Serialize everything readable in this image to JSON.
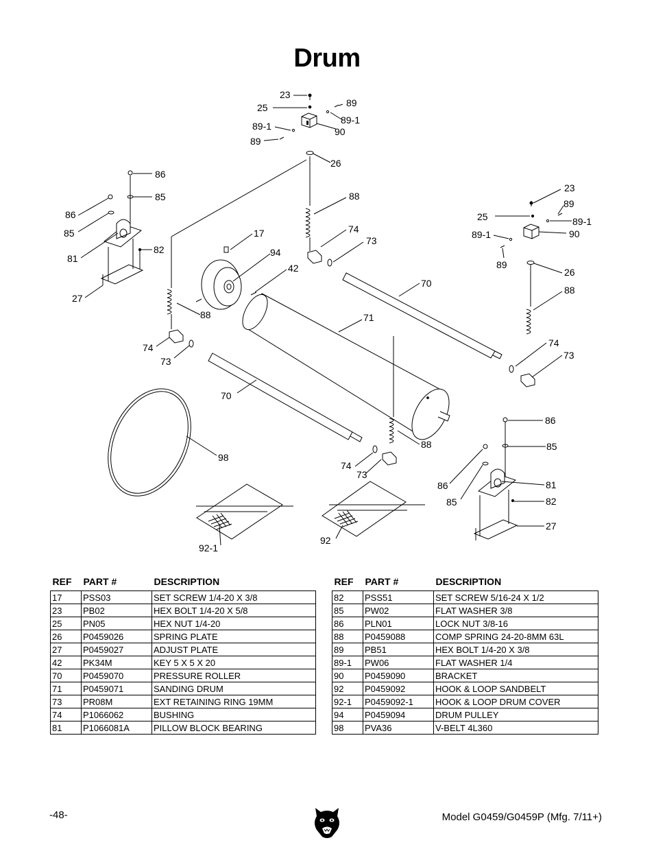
{
  "page": {
    "title": "Drum",
    "page_number": "-48-",
    "model": "Model G0459/G0459P (Mfg. 7/11+)"
  },
  "callouts": [
    "23",
    "25",
    "89",
    "89-1",
    "90",
    "89-1",
    "89",
    "26",
    "86",
    "85",
    "86",
    "85",
    "81",
    "82",
    "27",
    "88",
    "17",
    "94",
    "42",
    "74",
    "73",
    "88",
    "74",
    "73",
    "70",
    "71",
    "70",
    "23",
    "89",
    "25",
    "89-1",
    "90",
    "89-1",
    "89",
    "26",
    "88",
    "74",
    "73",
    "98",
    "88",
    "74",
    "73",
    "86",
    "85",
    "86",
    "85",
    "81",
    "82",
    "27",
    "92-1",
    "92"
  ],
  "table": {
    "headers": [
      "REF",
      "PART #",
      "DESCRIPTION"
    ],
    "left_rows": [
      [
        "17",
        "PSS03",
        "SET SCREW 1/4-20 X 3/8"
      ],
      [
        "23",
        "PB02",
        "HEX BOLT 1/4-20 X 5/8"
      ],
      [
        "25",
        "PN05",
        "HEX NUT 1/4-20"
      ],
      [
        "26",
        "P0459026",
        "SPRING PLATE"
      ],
      [
        "27",
        "P0459027",
        "ADJUST PLATE"
      ],
      [
        "42",
        "PK34M",
        "KEY 5 X 5 X 20"
      ],
      [
        "70",
        "P0459070",
        "PRESSURE ROLLER"
      ],
      [
        "71",
        "P0459071",
        "SANDING DRUM"
      ],
      [
        "73",
        "PR08M",
        "EXT RETAINING RING 19MM"
      ],
      [
        "74",
        "P1066062",
        "BUSHING"
      ],
      [
        "81",
        "P1066081A",
        "PILLOW BLOCK BEARING"
      ]
    ],
    "right_rows": [
      [
        "82",
        "PSS51",
        "SET SCREW 5/16-24 X 1/2"
      ],
      [
        "85",
        "PW02",
        "FLAT WASHER 3/8"
      ],
      [
        "86",
        "PLN01",
        "LOCK NUT 3/8-16"
      ],
      [
        "88",
        "P0459088",
        "COMP SPRING 24-20-8MM 63L"
      ],
      [
        "89",
        "PB51",
        "HEX BOLT 1/4-20 X 3/8"
      ],
      [
        "89-1",
        "PW06",
        "FLAT WASHER 1/4"
      ],
      [
        "90",
        "P0459090",
        "BRACKET"
      ],
      [
        "92",
        "P0459092",
        "HOOK & LOOP SANDBELT"
      ],
      [
        "92-1",
        "P0459092-1",
        "HOOK & LOOP DRUM COVER"
      ],
      [
        "94",
        "P0459094",
        "DRUM PULLEY"
      ],
      [
        "98",
        "PVA36",
        "V-BELT 4L360"
      ]
    ]
  }
}
